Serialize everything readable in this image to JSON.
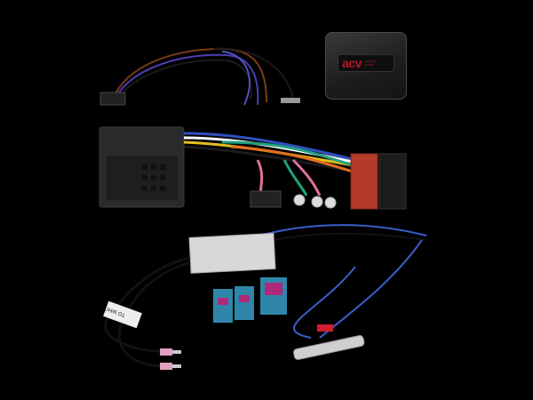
{
  "image": {
    "subject": "Car stereo steering wheel control interface kit",
    "background_color": "#000000",
    "components": [
      {
        "name": "control-module",
        "brand_text": "acv",
        "tagline": "sound in motion"
      },
      {
        "name": "patch-lead-harness"
      },
      {
        "name": "quadlock-to-iso-harness"
      },
      {
        "name": "antenna-adapter-amplifier"
      },
      {
        "name": "fakra-connectors",
        "count": 3
      },
      {
        "name": "din-antenna-plug"
      }
    ],
    "label": "TO WHITE",
    "colors": {
      "fakra_blue": "#2f86a8",
      "fakra_magenta": "#b0287a",
      "iso_red": "#b43a2a",
      "module_black": "#1c1c1c",
      "brand_red": "#c0122a",
      "antenna_wire_blue": "#3a5fc8"
    }
  }
}
